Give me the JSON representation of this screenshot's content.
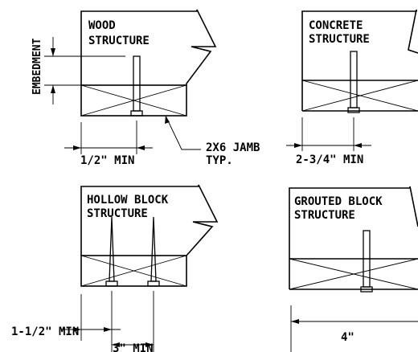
{
  "panels": {
    "wood": {
      "title_line1": "WOOD",
      "title_line2": "STRUCTURE",
      "vertical_label": "EMBEDMENT",
      "edge_dimension": "1/2\" MIN",
      "callout_line1": "2X6 JAMB",
      "callout_line2": "TYP."
    },
    "concrete": {
      "title_line1": "CONCRETE",
      "title_line2": "STRUCTURE",
      "edge_dimension": "2-3/4\" MIN"
    },
    "hollow_block": {
      "title_line1": "HOLLOW BLOCK",
      "title_line2": "STRUCTURE",
      "edge_dimension": "1-1/2\" MIN",
      "spacing_dimension": "3\" MIN"
    },
    "grouted_block": {
      "title_line1": "GROUTED BLOCK",
      "title_line2": "STRUCTURE",
      "width_dimension": "4\""
    }
  }
}
